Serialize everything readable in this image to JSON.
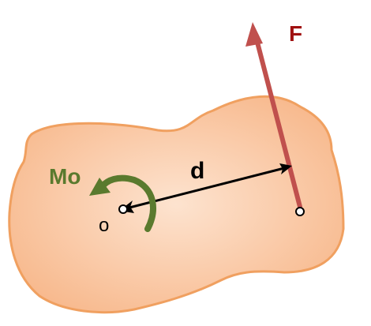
{
  "labels": {
    "force": "F",
    "distance": "d",
    "moment": "Mo",
    "origin": "o"
  },
  "colors": {
    "body_fill": "#f9c6a0",
    "body_stroke": "#f0a060",
    "force_arrow": "#c0504d",
    "force_label": "#a01010",
    "moment_arrow": "#5a7a2e",
    "distance_arrow": "#000000",
    "text": "#000000"
  }
}
